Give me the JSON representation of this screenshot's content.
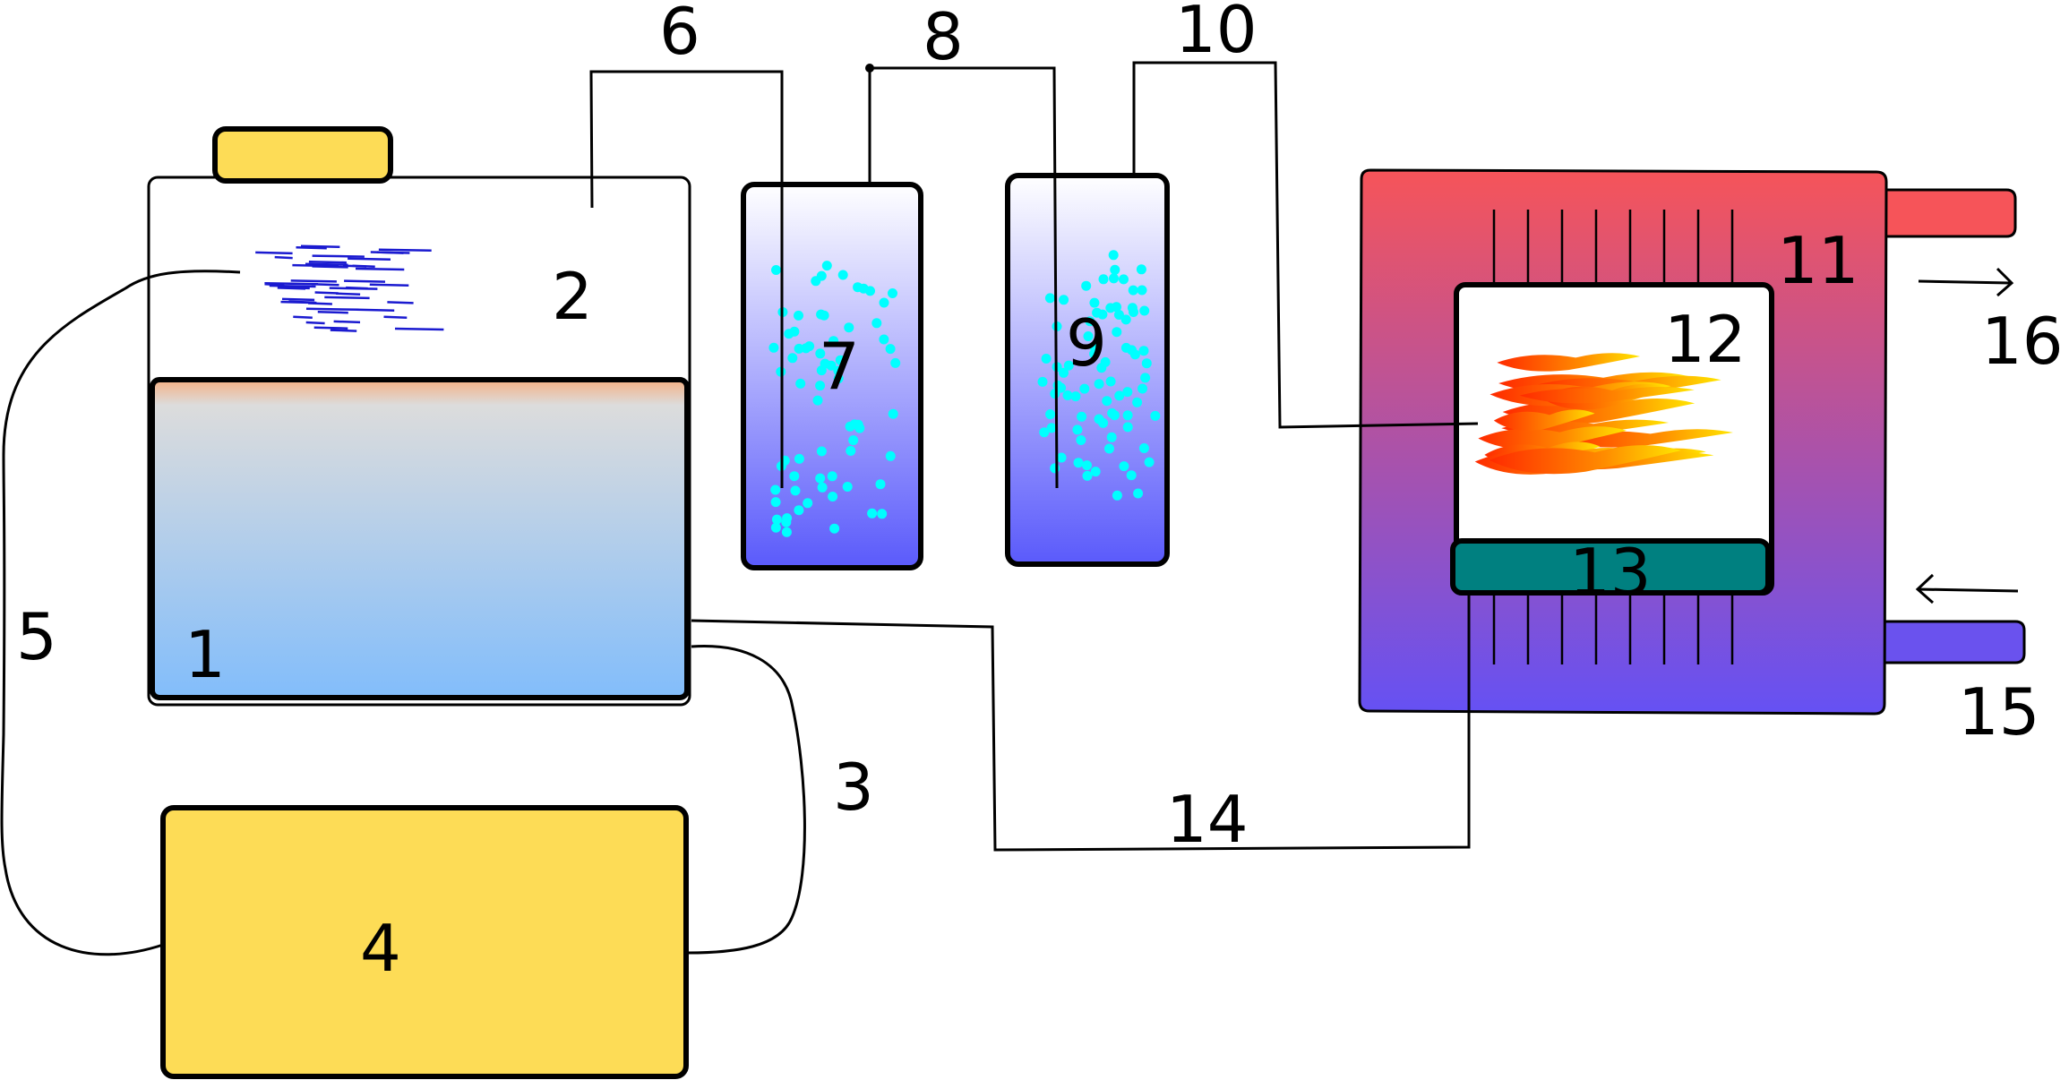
{
  "labels": {
    "n1": "1",
    "n2": "2",
    "n3": "3",
    "n4": "4",
    "n5": "5",
    "n6": "6",
    "n7": "7",
    "n8": "8",
    "n9": "9",
    "n10": "10",
    "n11": "11",
    "n12": "12",
    "n13": "13",
    "n14": "14",
    "n15": "15",
    "n16": "16"
  },
  "colors": {
    "yellow": "#fddc56",
    "teal": "#008080",
    "heater_top": "#f65459",
    "heater_bottom": "#6551f4",
    "liquid_top": "#dcdcdc",
    "liquid_bottom": "#82bdfb",
    "liquid_surface": "#f5b084",
    "column_top": "#ffffff",
    "column_bottom": "#5a5afb",
    "bubble": "#00ffff",
    "streak": "#1a1ad0",
    "flame_red": "#ff2a00",
    "flame_yellow": "#ffe600"
  }
}
